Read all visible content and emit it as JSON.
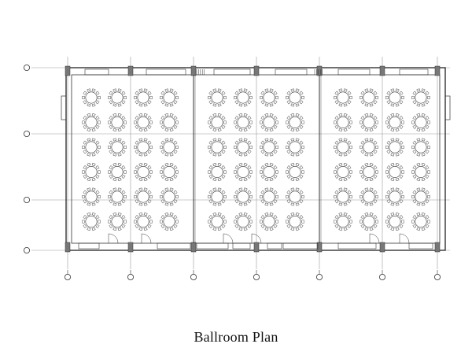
{
  "caption": "Ballroom Plan",
  "plan": {
    "sections": 3,
    "table_rows_per_section": 6,
    "table_cols_per_section": 4,
    "chairs_per_table": 10,
    "colors": {
      "line": "#333333",
      "light_line": "#9a9a9a",
      "fill": "#ffffff"
    }
  }
}
